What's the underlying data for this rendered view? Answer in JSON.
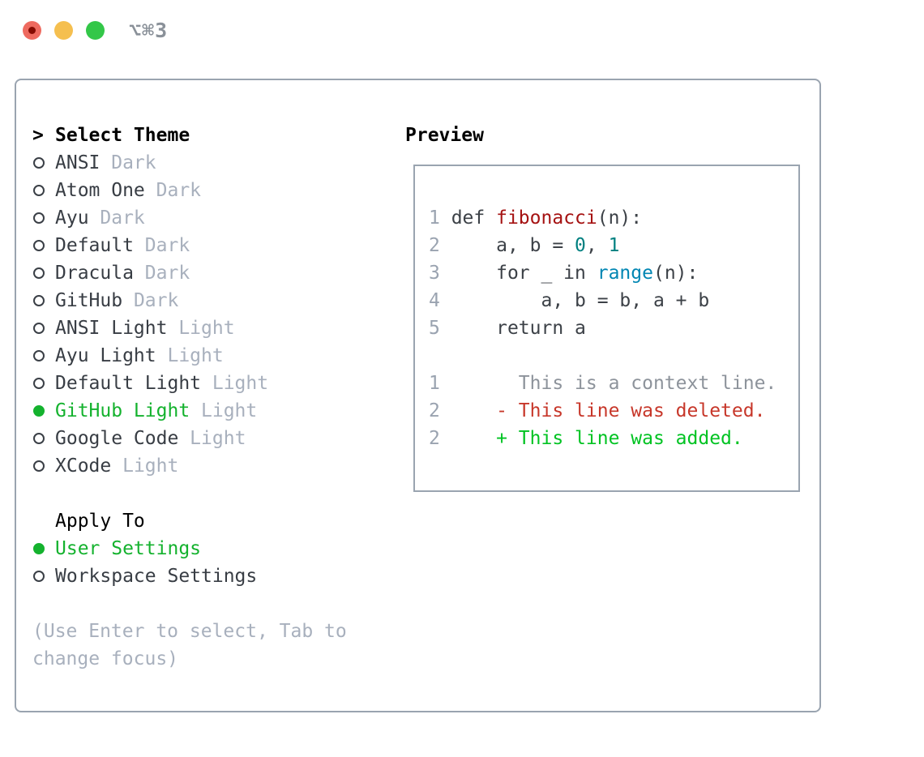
{
  "window": {
    "title": "⌥⌘3"
  },
  "colors": {
    "selection_green": "#14b22e",
    "added_green": "#00c322",
    "deleted_red": "#c7372a",
    "context_gray": "#8d939b",
    "function_red": "#a51212",
    "number_teal": "#008080",
    "builtin_blue": "#0086b3",
    "border_gray": "#9aa4b0",
    "muted_gray": "#a8b0bd",
    "traffic_red": "#ee6a5f",
    "traffic_yellow": "#f5bf4f",
    "traffic_green": "#33c748"
  },
  "panel": {
    "select_theme": {
      "prompt": ">",
      "header": "Select Theme",
      "items": [
        {
          "name": "ANSI",
          "variant": " Dark",
          "selected": false
        },
        {
          "name": "Atom One",
          "variant": " Dark",
          "selected": false
        },
        {
          "name": "Ayu",
          "variant": " Dark",
          "selected": false
        },
        {
          "name": "Default",
          "variant": " Dark",
          "selected": false
        },
        {
          "name": "Dracula",
          "variant": " Dark",
          "selected": false
        },
        {
          "name": "GitHub",
          "variant": " Dark",
          "selected": false
        },
        {
          "name": "ANSI Light",
          "variant": " Light",
          "selected": false
        },
        {
          "name": "Ayu Light",
          "variant": " Light",
          "selected": false
        },
        {
          "name": "Default Light",
          "variant": " Light",
          "selected": false
        },
        {
          "name": "GitHub Light",
          "variant": " Light",
          "selected": true
        },
        {
          "name": "Google Code",
          "variant": " Light",
          "selected": false
        },
        {
          "name": "XCode",
          "variant": " Light",
          "selected": false
        }
      ]
    },
    "apply_to": {
      "header": "Apply To",
      "options": [
        {
          "label": "User Settings",
          "selected": true
        },
        {
          "label": "Workspace Settings",
          "selected": false
        }
      ]
    },
    "hint_line1": "(Use Enter to select, Tab to",
    "hint_line2": "change focus)"
  },
  "preview": {
    "header": "Preview",
    "code_lines": [
      {
        "num": "1",
        "segments": [
          {
            "t": " def ",
            "c": "code"
          },
          {
            "t": "fibonacci",
            "c": "func"
          },
          {
            "t": "(n):",
            "c": "code"
          }
        ]
      },
      {
        "num": "2",
        "segments": [
          {
            "t": "     a, b = ",
            "c": "code"
          },
          {
            "t": "0",
            "c": "num"
          },
          {
            "t": ", ",
            "c": "code"
          },
          {
            "t": "1",
            "c": "num"
          }
        ]
      },
      {
        "num": "3",
        "segments": [
          {
            "t": "     for _ in ",
            "c": "code"
          },
          {
            "t": "range",
            "c": "builtin"
          },
          {
            "t": "(n):",
            "c": "code"
          }
        ]
      },
      {
        "num": "4",
        "segments": [
          {
            "t": "         a, b = b, a + b",
            "c": "code"
          }
        ]
      },
      {
        "num": "5",
        "segments": [
          {
            "t": "     return a",
            "c": "code"
          }
        ]
      }
    ],
    "diff_lines": [
      {
        "num": "1",
        "segments": [
          {
            "t": "       This is a context line.",
            "c": "context"
          }
        ]
      },
      {
        "num": "2",
        "segments": [
          {
            "t": "     - This line was deleted.",
            "c": "del"
          }
        ]
      },
      {
        "num": "2",
        "segments": [
          {
            "t": "     + This line was added.",
            "c": "add"
          }
        ]
      }
    ]
  }
}
